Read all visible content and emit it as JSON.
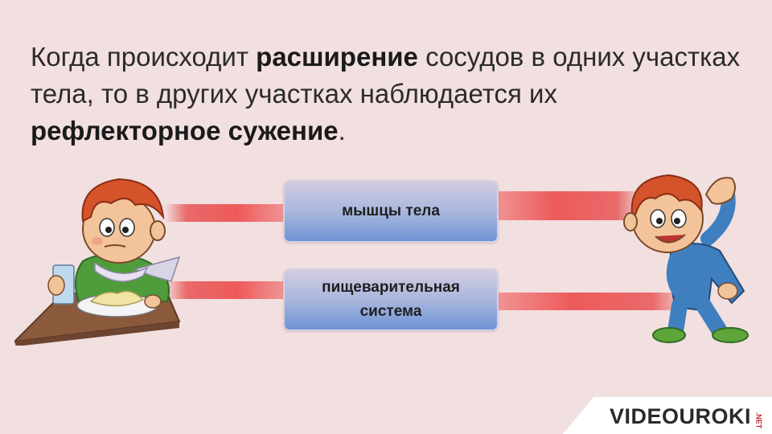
{
  "statement": {
    "part1": "Когда происходит ",
    "bold1": "расширение",
    "part2": " сосудов в одних участках тела, то в других участках наблюдается их ",
    "bold2": "рефлекторное сужение",
    "part3": "."
  },
  "boxes": {
    "muscles": "мышцы тела",
    "digestive": "пищеварительная система"
  },
  "logo": {
    "text": "VIDEOUROKI",
    "suffix": ".NET"
  },
  "colors": {
    "background": "#f2dfe0",
    "connector": "#ee5a5a",
    "box_top": "#d3cce2",
    "box_bottom": "#6f93d6"
  },
  "icons": {
    "left_character": "boy-eating-icon",
    "right_character": "boy-stretching-icon"
  }
}
